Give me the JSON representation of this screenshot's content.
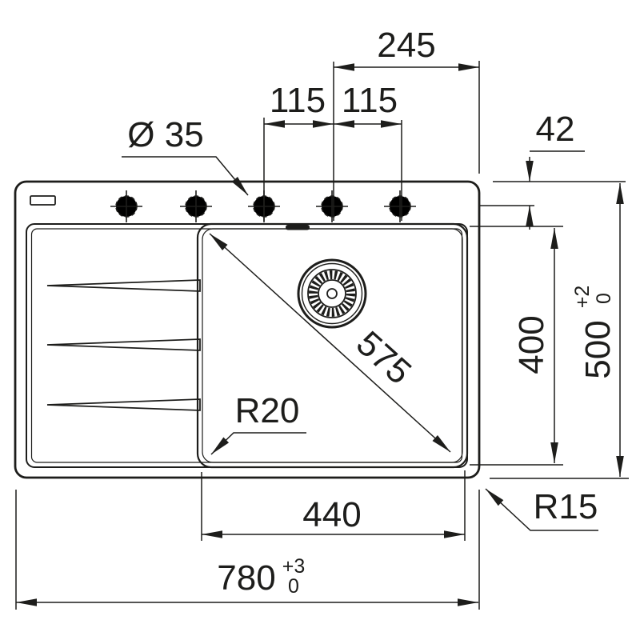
{
  "drawing": {
    "type": "technical-dimension-drawing",
    "subject": "inset kitchen sink with left drainer, top view",
    "colors": {
      "line": "#1d1d1b",
      "background": "#ffffff"
    },
    "dimensions": {
      "tap_hole_span_to_edge": "245",
      "tap_hole_pitch_left": "115",
      "tap_hole_pitch_right": "115",
      "tap_hole_diameter": "Ø 35",
      "tap_hole_center_offset": "42",
      "bowl_front_to_back": "400",
      "overall_depth": "500",
      "overall_depth_tol_upper": "+2",
      "overall_depth_tol_lower": "0",
      "bowl_diagonal": "575",
      "bowl_corner_radius": "R20",
      "bowl_width": "440",
      "overall_width": "780",
      "overall_width_tol_upper": "+3",
      "overall_width_tol_lower": "0",
      "outer_corner_radius": "R15"
    }
  }
}
